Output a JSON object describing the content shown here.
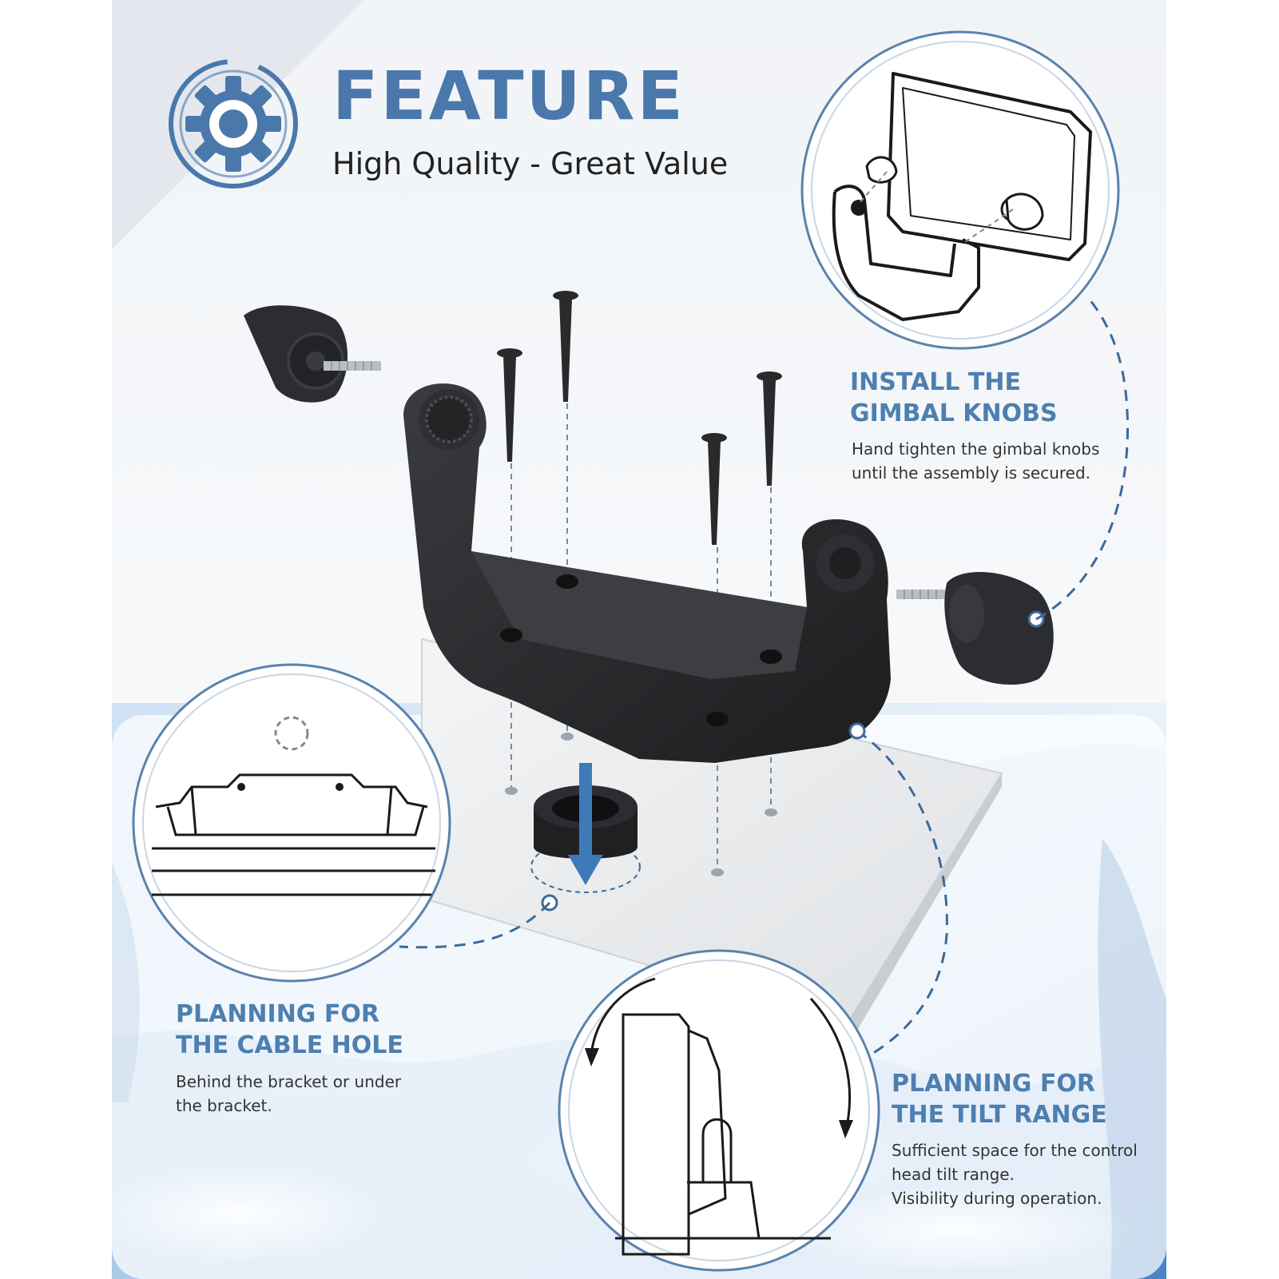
{
  "hero": {
    "title": "FEATURE",
    "subtitle": "High Quality - Great Value",
    "icon": "gear-icon"
  },
  "sections": {
    "install": {
      "title_line1": "INSTALL THE",
      "title_line2": "GIMBAL KNOBS",
      "body_line1": "Hand tighten the gimbal knobs",
      "body_line2": "until the assembly is secured."
    },
    "cable_hole": {
      "title_line1": "PLANNING FOR",
      "title_line2": "THE CABLE HOLE",
      "body_line1": "Behind the bracket or under",
      "body_line2": "the bracket."
    },
    "tilt_range": {
      "title_line1": "PLANNING FOR",
      "title_line2": "THE TILT RANGE",
      "body_line1": "Sufficient space for the control",
      "body_line2": "head tilt range.",
      "body_line3": "Visibility during operation."
    }
  },
  "colors": {
    "accent_blue": "#4a78aa",
    "dashed_line": "#3d6a99",
    "bracket_black": "#2b2c2e",
    "water_blue": "#2d6fb8"
  }
}
